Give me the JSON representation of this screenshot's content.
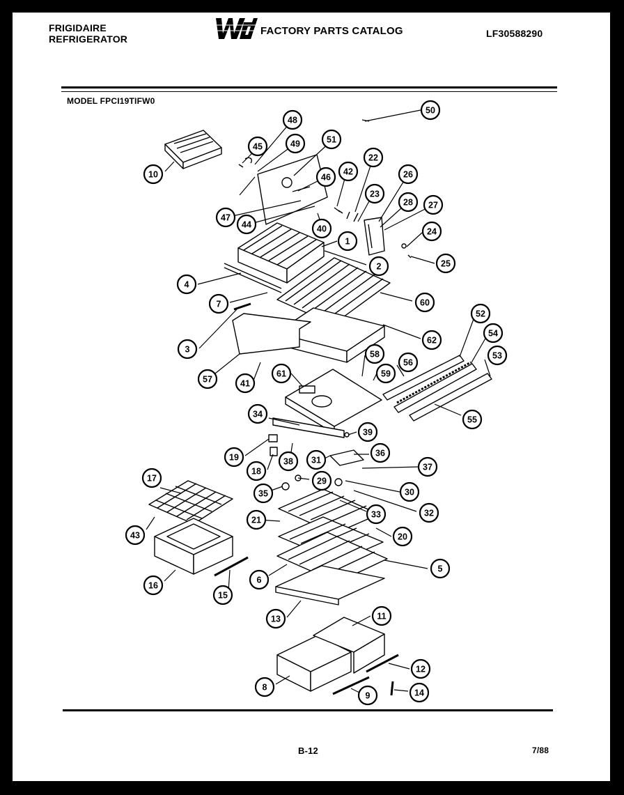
{
  "header": {
    "brand_line1": "FRIGIDAIRE",
    "brand_line2": "REFRIGERATOR",
    "catalog_title": "FACTORY PARTS CATALOG",
    "catalog_number": "LF30588290",
    "logo_text": "WCI"
  },
  "model": "MODEL FPCI19TIFW0",
  "footer": {
    "page_number": "B-12",
    "date": "7/88"
  },
  "callouts": [
    "1",
    "2",
    "3",
    "4",
    "5",
    "6",
    "7",
    "8",
    "9",
    "10",
    "11",
    "12",
    "13",
    "14",
    "15",
    "16",
    "17",
    "18",
    "19",
    "20",
    "21",
    "22",
    "23",
    "24",
    "25",
    "26",
    "27",
    "28",
    "29",
    "30",
    "31",
    "32",
    "33",
    "34",
    "35",
    "36",
    "37",
    "38",
    "39",
    "40",
    "41",
    "42",
    "43",
    "44",
    "45",
    "46",
    "47",
    "48",
    "49",
    "50",
    "51",
    "52",
    "53",
    "54",
    "55",
    "56",
    "57",
    "58",
    "59",
    "60",
    "61",
    "62"
  ],
  "colors": {
    "ink": "#000000",
    "paper": "#ffffff",
    "frame": "#000000"
  }
}
